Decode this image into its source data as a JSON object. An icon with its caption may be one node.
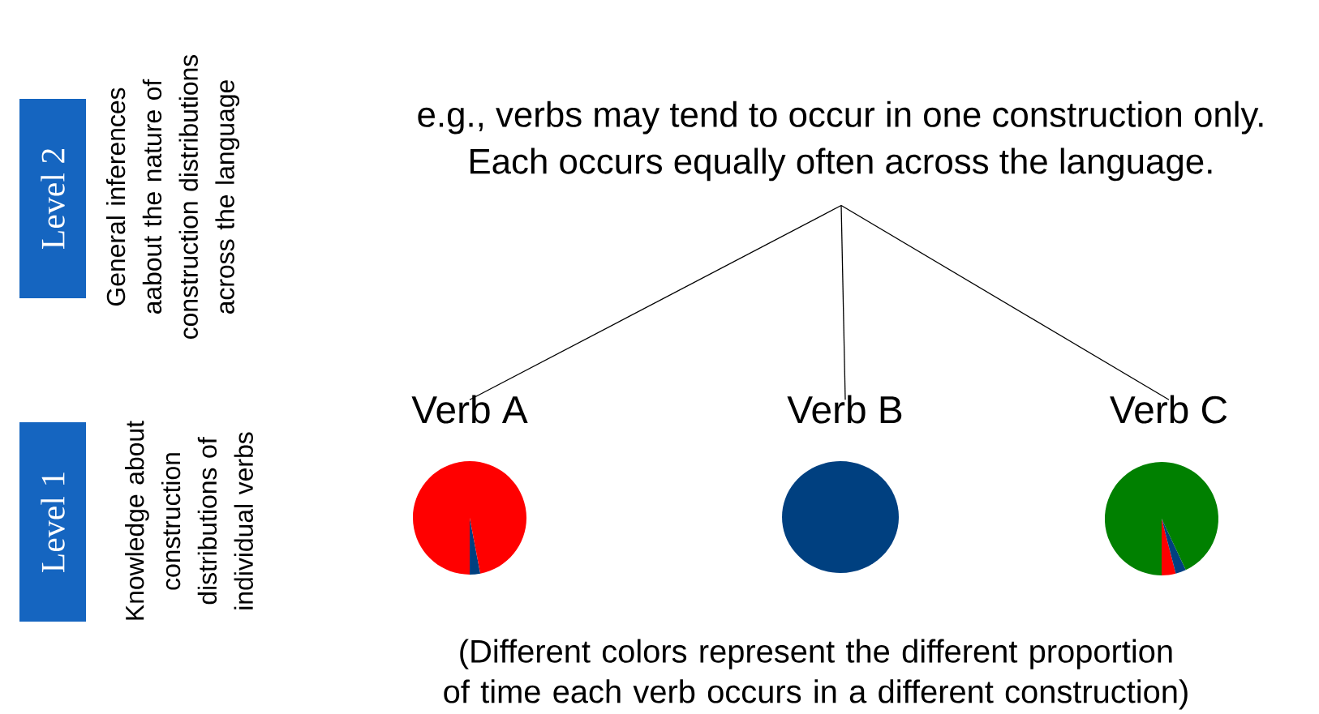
{
  "diagram": {
    "caption": "(Different colors represent the different proportion of time each verb occurs in a different construction)",
    "nodes": [
      {
        "text": [
          "Level 2"
        ],
        "beside": [
          "General inferences aabout the nature of construction distributions across the language"
        ]
      },
      {
        "text": [
          "Level 1"
        ],
        "beside": [
          "Knowledge about construction distributions of individual verbs"
        ]
      },
      {
        "text": [
          "e.g., verbs may tend to occur in one construction only.",
          "Each occurs equally often across the language."
        ]
      },
      {
        "text": [
          "Verb A"
        ]
      },
      {
        "text": [
          "Verb B"
        ]
      },
      {
        "text": [
          "Verb C"
        ]
      }
    ],
    "edges": [
      {
        "from": 2,
        "to": 3,
        "arrow": "none"
      },
      {
        "from": 2,
        "to": 4,
        "arrow": "none"
      },
      {
        "from": 2,
        "to": 5,
        "arrow": "none"
      }
    ]
  }
}
